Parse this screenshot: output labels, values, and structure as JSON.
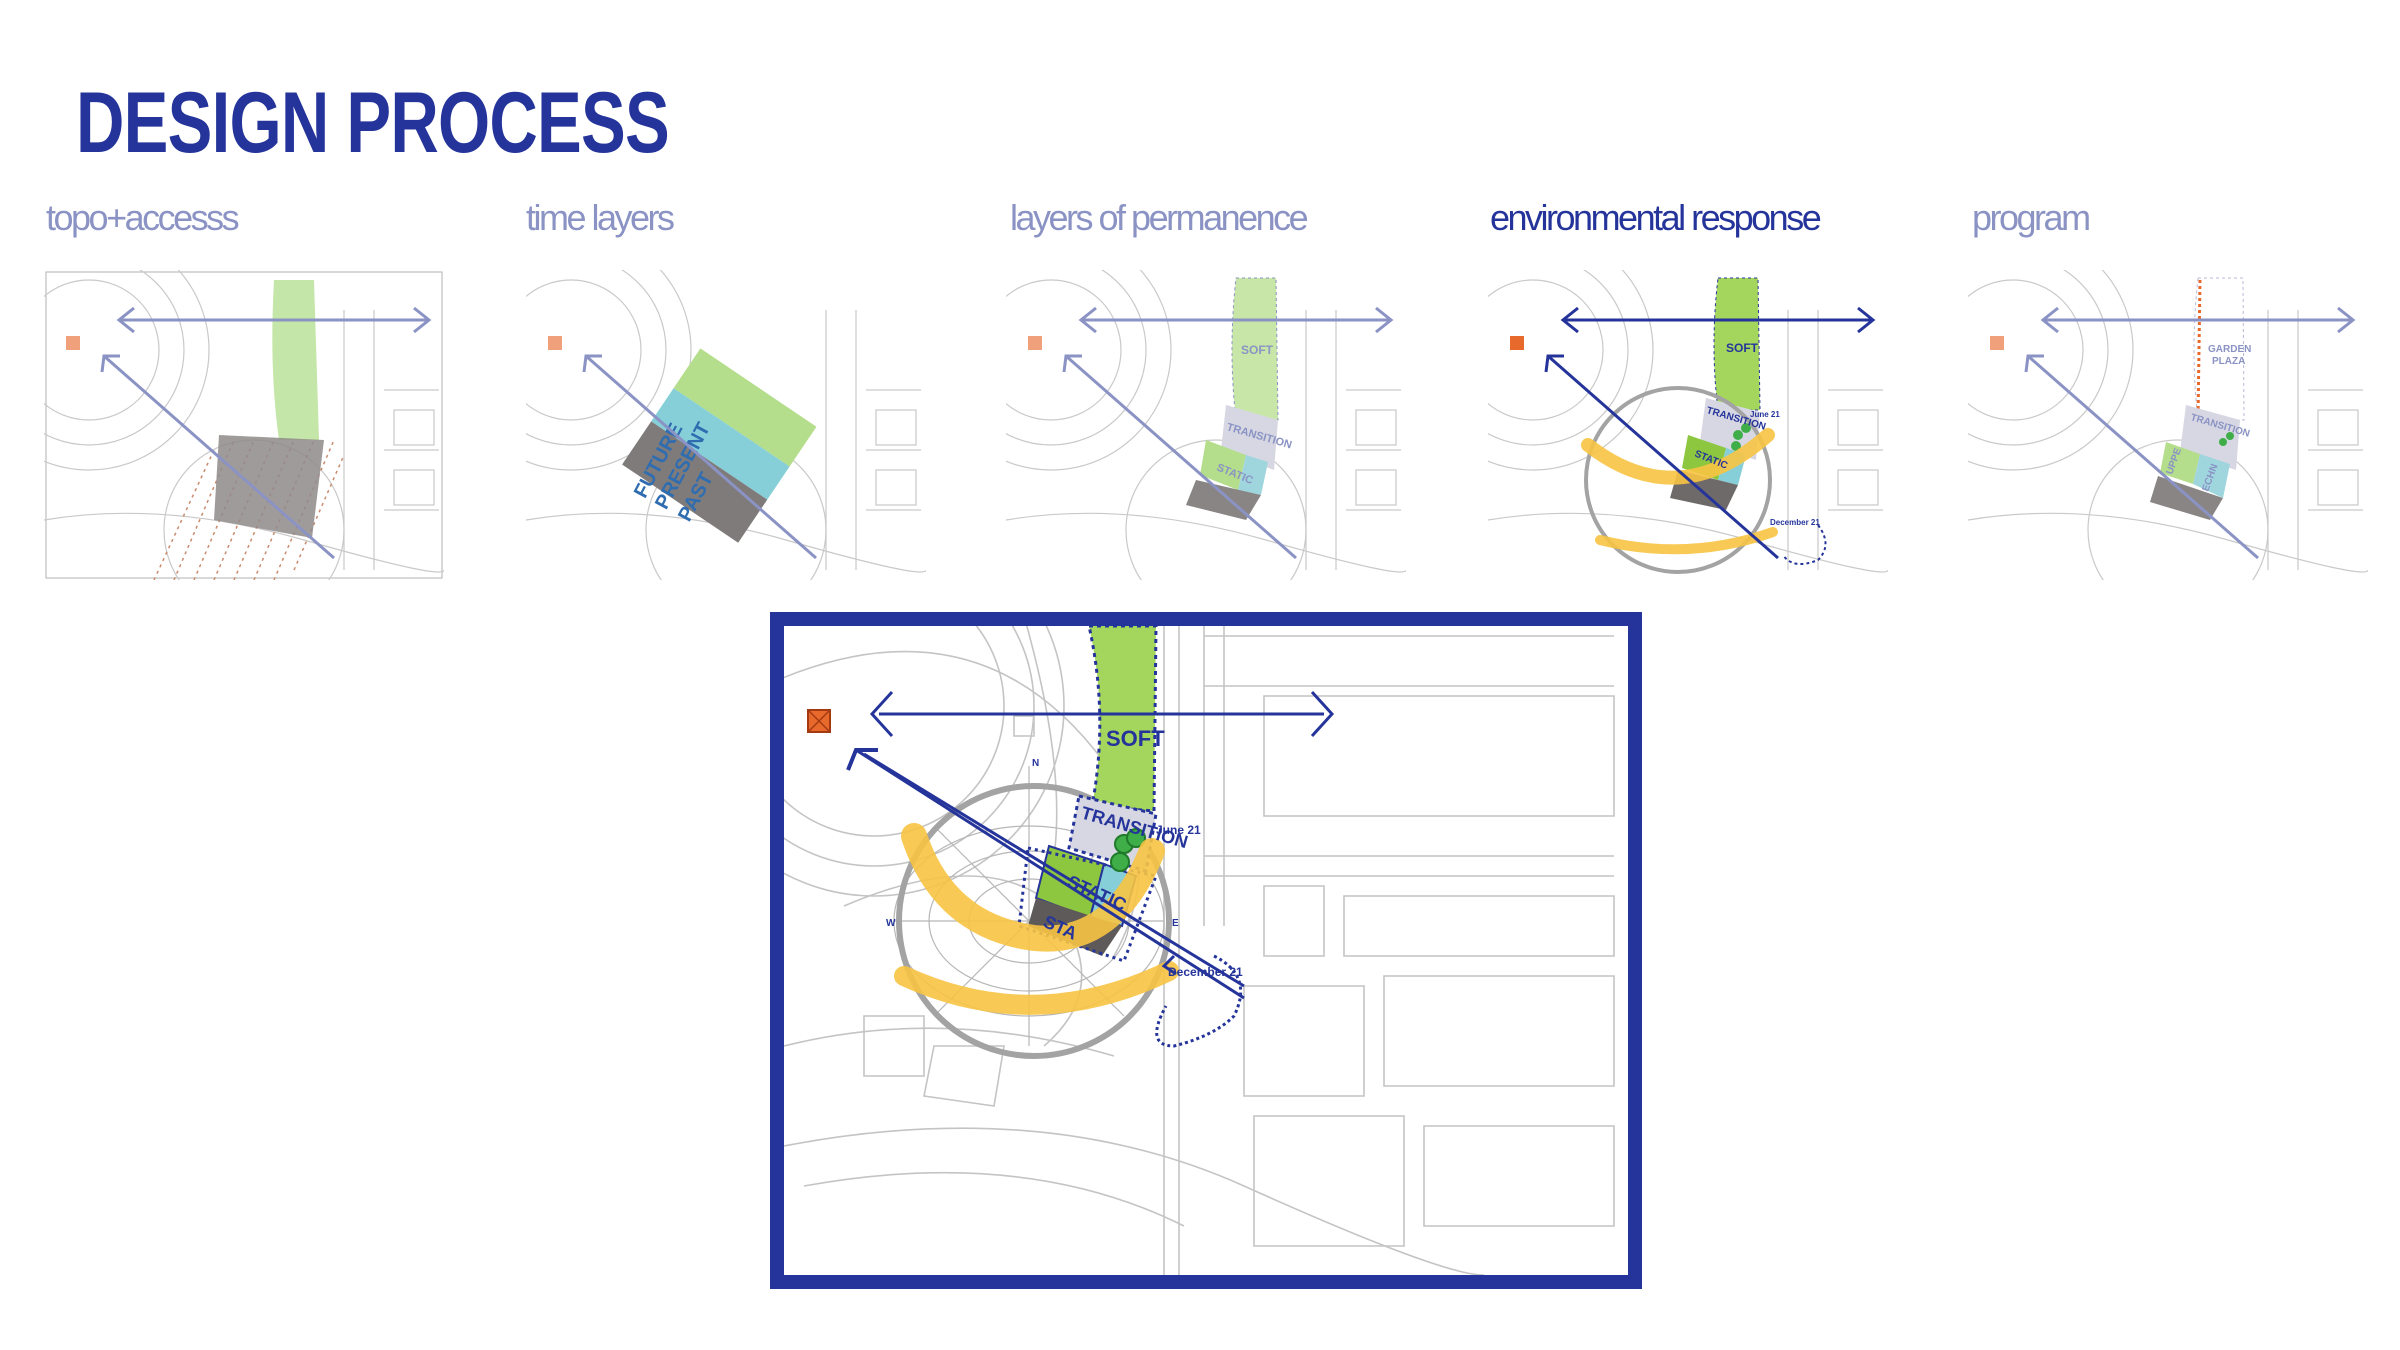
{
  "title": "DESIGN PROCESS",
  "steps": [
    {
      "label": "topo+accesss",
      "active": false
    },
    {
      "label": "time layers",
      "active": false
    },
    {
      "label": "layers of permanence",
      "active": false
    },
    {
      "label": "environmental response",
      "active": true
    },
    {
      "label": "program",
      "active": false
    }
  ],
  "thumbs": {
    "time_layers": {
      "future": "FUTURE",
      "present": "PRESENT",
      "past": "PAST"
    },
    "permanence": {
      "soft": "SOFT",
      "transition": "TRANSITION",
      "static": "STATIC"
    },
    "environmental": {
      "soft": "SOFT",
      "transition": "TRANSITION",
      "static": "STATIC",
      "june": "June 21",
      "december": "December 21"
    },
    "program": {
      "garden": "GARDEN",
      "plaza": "PLAZA",
      "transition": "TRANSITION",
      "left_block": "UPPE",
      "right_block": "ECHN"
    }
  },
  "main_diagram": {
    "soft": "SOFT",
    "transition": "TRANSITION",
    "static": "STATIC",
    "static_2": "STA",
    "june": "June 21",
    "december": "December 21",
    "compass": {
      "n": "N",
      "e": "E",
      "w": "W"
    }
  },
  "colors": {
    "brand_blue": "#25349a",
    "label_muted": "#8a93c4",
    "soft_green": "#a4d65e",
    "static_green": "#8dc63f",
    "present_cyan": "#86cfd8",
    "past_gray": "#7f7b7b",
    "sun_yellow": "#f7c443",
    "marker_orange": "#e8692c"
  }
}
